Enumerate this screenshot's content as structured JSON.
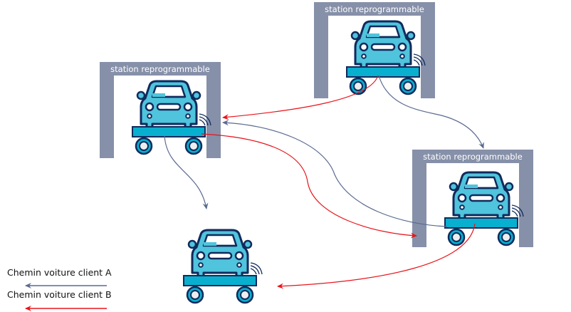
{
  "colors": {
    "station_frame": "#8690a9",
    "car_body": "#4fc4dc",
    "car_outline": "#102a5c",
    "platform": "#09afce",
    "wheel_hub": "#eeeeee",
    "path_a": "#5a6a90",
    "path_b": "#e8141a"
  },
  "stations": [
    {
      "label": "station reprogrammable"
    },
    {
      "label": "station reprogrammable"
    },
    {
      "label": "station reprogrammable"
    }
  ],
  "legend": {
    "items": [
      {
        "label": "Chemin voiture client A",
        "color_key": "path_a"
      },
      {
        "label": "Chemin voiture client B",
        "color_key": "path_b"
      }
    ]
  }
}
